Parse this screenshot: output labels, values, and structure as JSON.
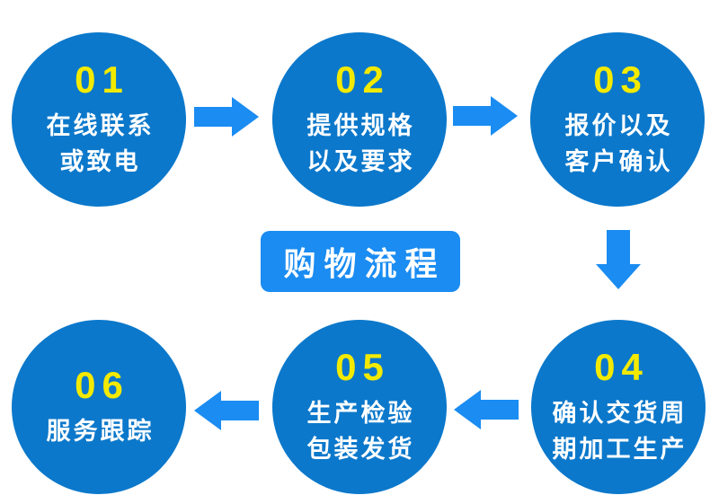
{
  "diagram": {
    "title": "购物流程",
    "colors": {
      "circle_blue": "#0b78cb",
      "arrow_blue": "#1a8cf2",
      "title_bg_blue": "#1a8cf2",
      "number_yellow": "#f3ea00",
      "text_white": "#ffffff",
      "background": "#ffffff"
    },
    "steps": [
      {
        "number": "01",
        "line1": "在线联系",
        "line2": "或致电"
      },
      {
        "number": "02",
        "line1": "提供规格",
        "line2": "以及要求"
      },
      {
        "number": "03",
        "line1": "报价以及",
        "line2": "客户确认"
      },
      {
        "number": "04",
        "line1": "确认交货周",
        "line2": "期加工生产"
      },
      {
        "number": "05",
        "line1": "生产检验",
        "line2": "包装发货"
      },
      {
        "number": "06",
        "line1": "服务跟踪",
        "line2": ""
      }
    ],
    "arrows": [
      {
        "icon": "arrow-right-icon",
        "direction": "right"
      },
      {
        "icon": "arrow-right-icon",
        "direction": "right"
      },
      {
        "icon": "arrow-down-icon",
        "direction": "down"
      },
      {
        "icon": "arrow-left-icon",
        "direction": "left"
      },
      {
        "icon": "arrow-left-icon",
        "direction": "left"
      }
    ]
  }
}
